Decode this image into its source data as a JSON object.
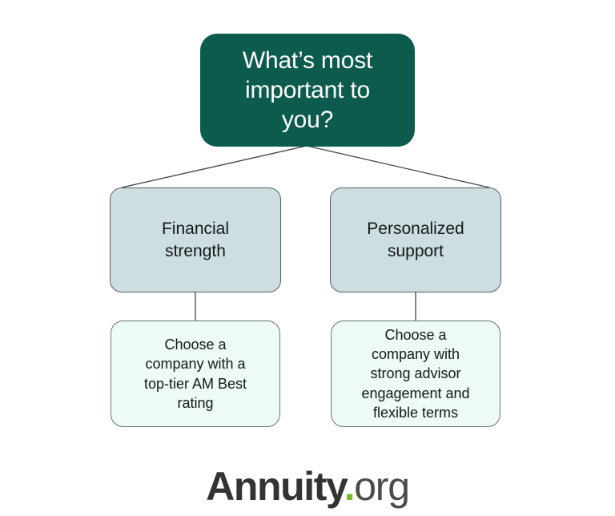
{
  "diagram": {
    "type": "decision-flowchart",
    "background_color": "#ffffff",
    "root": {
      "id": "root",
      "text": "What’s most\nimportant to\nyou?",
      "fill_color": "#0d5b4c",
      "text_color": "#ffffff"
    },
    "branches": [
      {
        "id": "financial-strength",
        "criterion": {
          "text": "Financial\nstrength",
          "fill_color": "#cddee1",
          "border_color": "#55615f",
          "text_color": "#14181a"
        },
        "recommendation": {
          "text": "Choose a\ncompany with a\ntop-tier AM Best\nrating",
          "fill_color": "#edfaf5",
          "border_color": "#6a7674",
          "text_color": "#14181a"
        }
      },
      {
        "id": "personalized-support",
        "criterion": {
          "text": "Personalized\nsupport",
          "fill_color": "#cddee1",
          "border_color": "#55615f",
          "text_color": "#14181a"
        },
        "recommendation": {
          "text": "Choose a\ncompany with\nstrong advisor\nengagement and\nflexible terms",
          "fill_color": "#edfaf5",
          "border_color": "#6a7674",
          "text_color": "#14181a"
        }
      }
    ],
    "connector_color": "#3c4442"
  },
  "brand": {
    "name": "Annuity",
    "dot": ".",
    "tld": "org",
    "dot_color": "#76bc21",
    "name_color": "#333333"
  }
}
